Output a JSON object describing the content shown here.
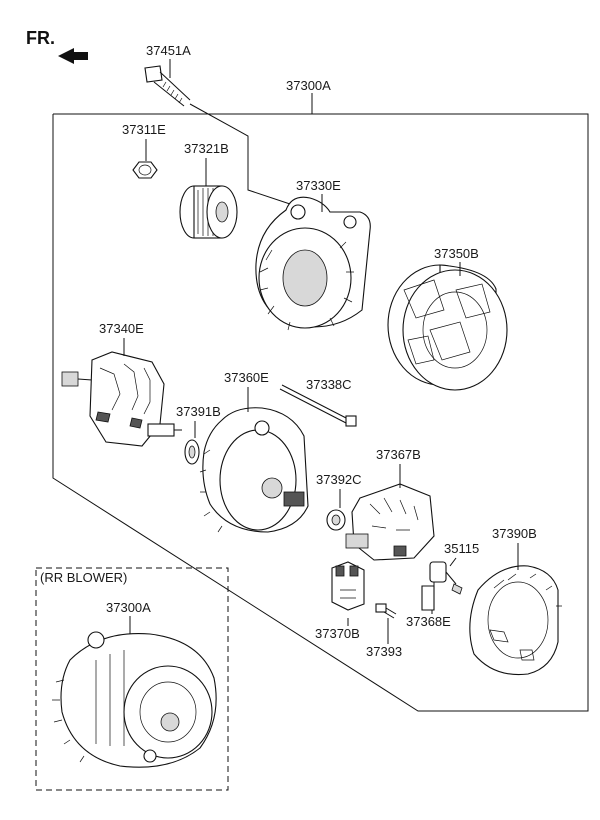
{
  "orientation": {
    "text": "FR.",
    "icon": "forward-arrow-icon"
  },
  "assembly_label": "37300A",
  "inset": {
    "title": "(RR BLOWER)",
    "label": "37300A"
  },
  "parts": [
    {
      "id": "37451A"
    },
    {
      "id": "37311E"
    },
    {
      "id": "37321B"
    },
    {
      "id": "37330E"
    },
    {
      "id": "37350B"
    },
    {
      "id": "37340E"
    },
    {
      "id": "37360E"
    },
    {
      "id": "37338C"
    },
    {
      "id": "37391B"
    },
    {
      "id": "37392C"
    },
    {
      "id": "37367B"
    },
    {
      "id": "37390B"
    },
    {
      "id": "35115"
    },
    {
      "id": "37370B"
    },
    {
      "id": "37368E"
    },
    {
      "id": "37393"
    }
  ]
}
